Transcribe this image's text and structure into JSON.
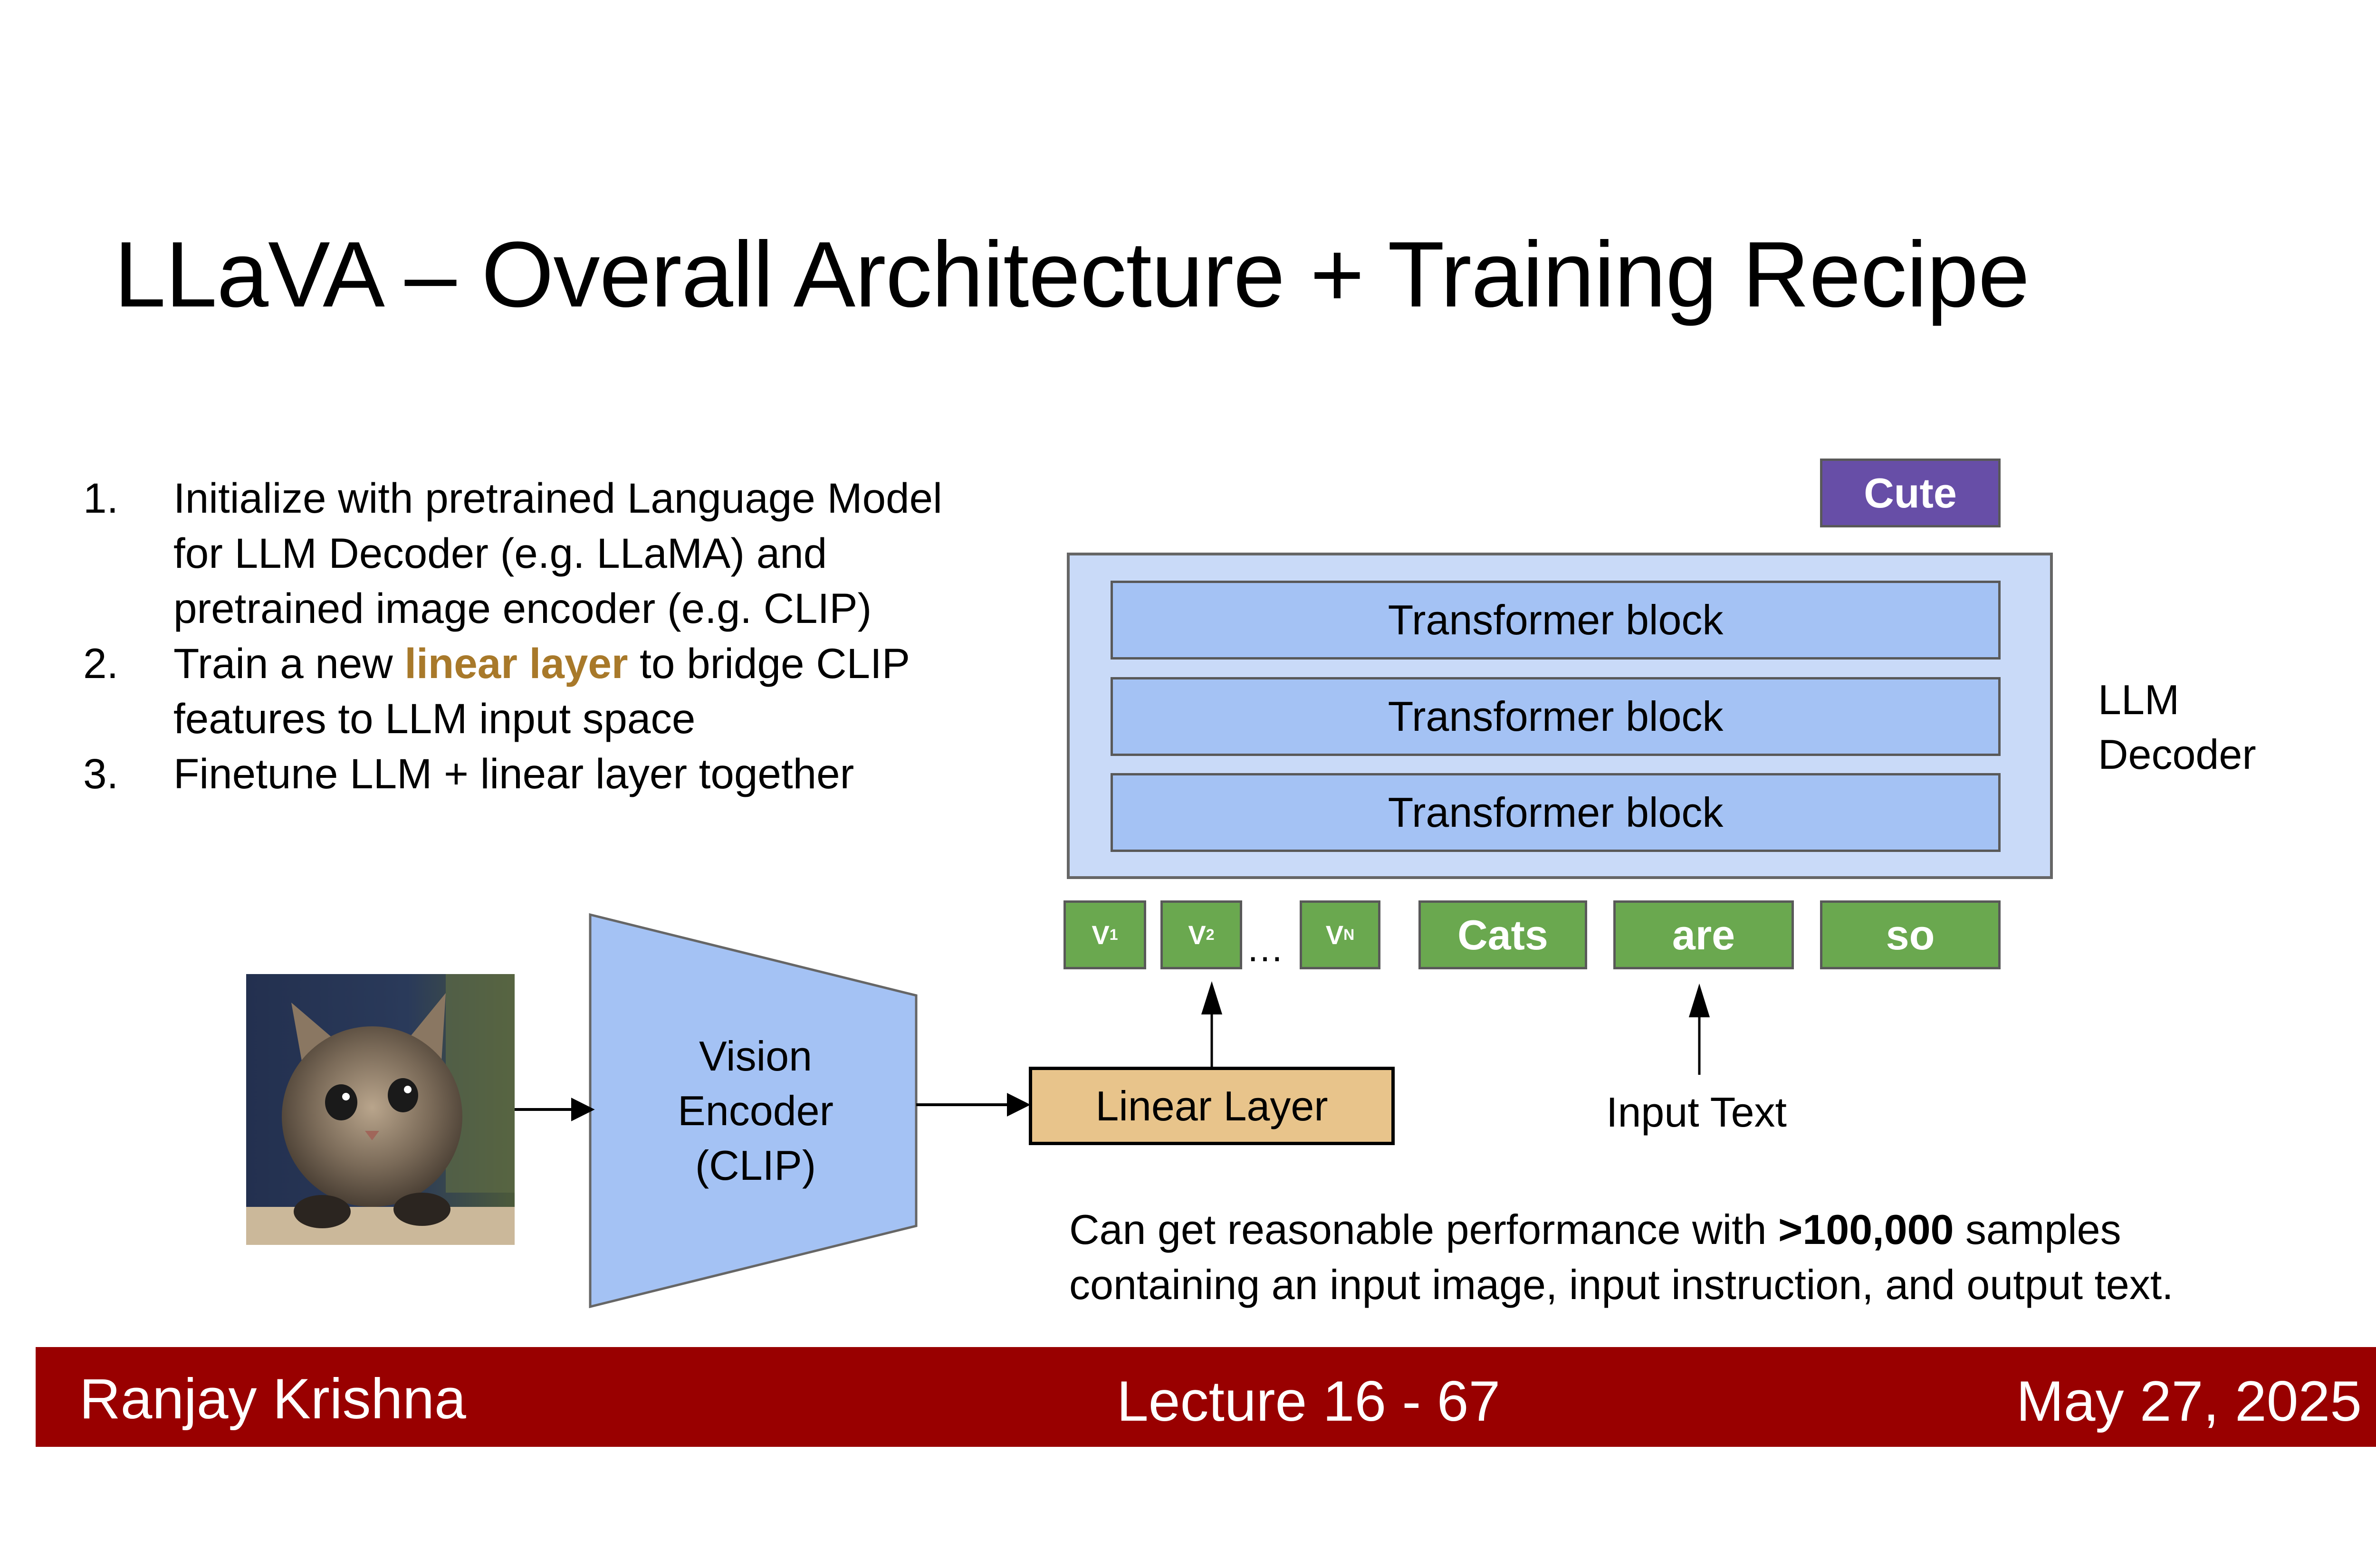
{
  "slide": {
    "title": "LLaVA – Overall Architecture + Training Recipe",
    "steps": [
      {
        "num": "1.",
        "lines": [
          "Initialize with pretrained Language Model",
          "for LLM Decoder (e.g. LLaMA) and",
          "pretrained image encoder (e.g. CLIP)"
        ]
      },
      {
        "num": "2.",
        "pre": "Train a new ",
        "highlight": "linear layer",
        "post": " to bridge CLIP",
        "line2": "features to LLM input space"
      },
      {
        "num": "3.",
        "lines": [
          "Finetune LLM + linear layer together"
        ]
      }
    ],
    "highlight_color": "#a8792a"
  },
  "diagram": {
    "output_token": "Cute",
    "transformer_blocks": [
      "Transformer block",
      "Transformer block",
      "Transformer block"
    ],
    "decoder_label": [
      "LLM",
      "Decoder"
    ],
    "visual_tokens": [
      {
        "base": "V",
        "sub": "1"
      },
      {
        "base": "V",
        "sub": "2"
      },
      {
        "base": "V",
        "sub": "N"
      }
    ],
    "ellipsis": "…",
    "text_tokens": [
      "Cats",
      "are",
      "so"
    ],
    "vision_encoder_label": [
      "Vision",
      "Encoder",
      "(CLIP)"
    ],
    "linear_layer_label": "Linear Layer",
    "input_text_label": "Input Text",
    "image_alt": "kitten photo",
    "colors": {
      "output_token": "#674ea7",
      "decoder_outer": "#c9daf8",
      "transformer_block": "#a4c2f4",
      "token": "#6aa84f",
      "vision_encoder": "#a4c2f4",
      "linear_layer": "#e8c48b"
    }
  },
  "note": {
    "line1_pre": "Can get reasonable performance with ",
    "line1_bold": ">100,000",
    "line1_post": " samples",
    "line2": "containing an input image, input instruction, and output text."
  },
  "footer": {
    "author": "Ranjay Krishna",
    "lecture": "Lecture 16 -  67",
    "date": "May 27, 2025",
    "color": "#990000"
  }
}
